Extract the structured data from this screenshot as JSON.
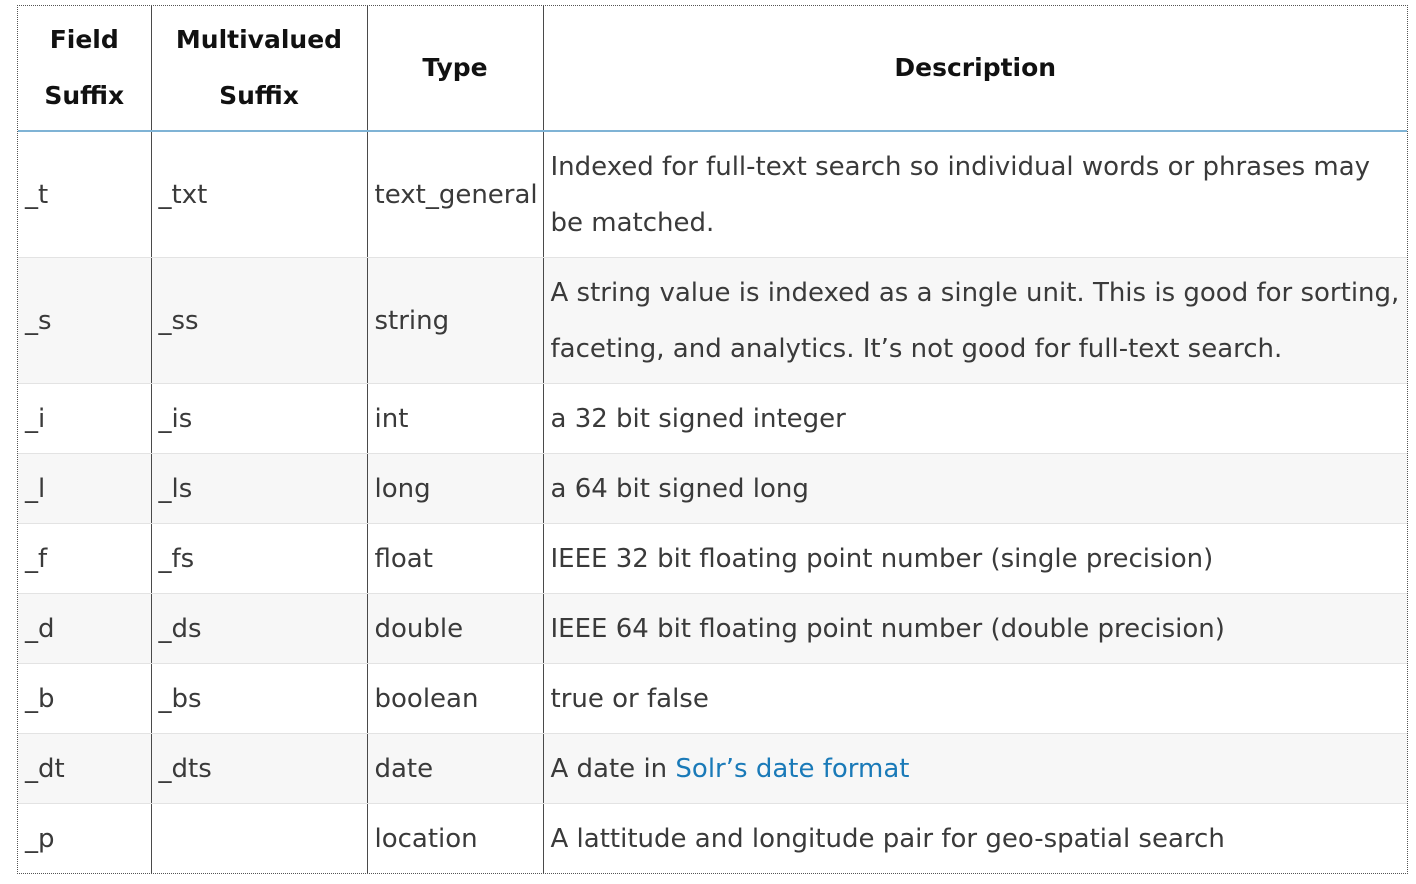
{
  "table": {
    "headers": [
      [
        "Field",
        "Suffix"
      ],
      [
        "Multivalued",
        "Suffix"
      ],
      [
        "Type"
      ],
      [
        "Description"
      ]
    ],
    "rows": [
      {
        "suffix": "_t",
        "multi": "_txt",
        "type": "text_general",
        "desc": "Indexed for full-text search so individual words or phrases may be matched."
      },
      {
        "suffix": "_s",
        "multi": "_ss",
        "type": "string",
        "desc": "A string value is indexed as a single unit. This is good for sorting, faceting, and analytics. It’s not good for full-text search."
      },
      {
        "suffix": "_i",
        "multi": "_is",
        "type": "int",
        "desc": "a 32 bit signed integer"
      },
      {
        "suffix": "_l",
        "multi": "_ls",
        "type": "long",
        "desc": "a 64 bit signed long"
      },
      {
        "suffix": "_f",
        "multi": "_fs",
        "type": "float",
        "desc": "IEEE 32 bit floating point number (single precision)"
      },
      {
        "suffix": "_d",
        "multi": "_ds",
        "type": "double",
        "desc": "IEEE 64 bit floating point number (double precision)"
      },
      {
        "suffix": "_b",
        "multi": "_bs",
        "type": "boolean",
        "desc": "true or false"
      },
      {
        "suffix": "_dt",
        "multi": "_dts",
        "type": "date",
        "desc_prefix": "A date in ",
        "desc_link": "Solr’s date format"
      },
      {
        "suffix": "_p",
        "multi": "",
        "type": "location",
        "desc": "A lattitude and longitude pair for geo-spatial search"
      }
    ]
  },
  "colors": {
    "link": "#1a7ab8",
    "header_rule": "#7fb3d5"
  }
}
